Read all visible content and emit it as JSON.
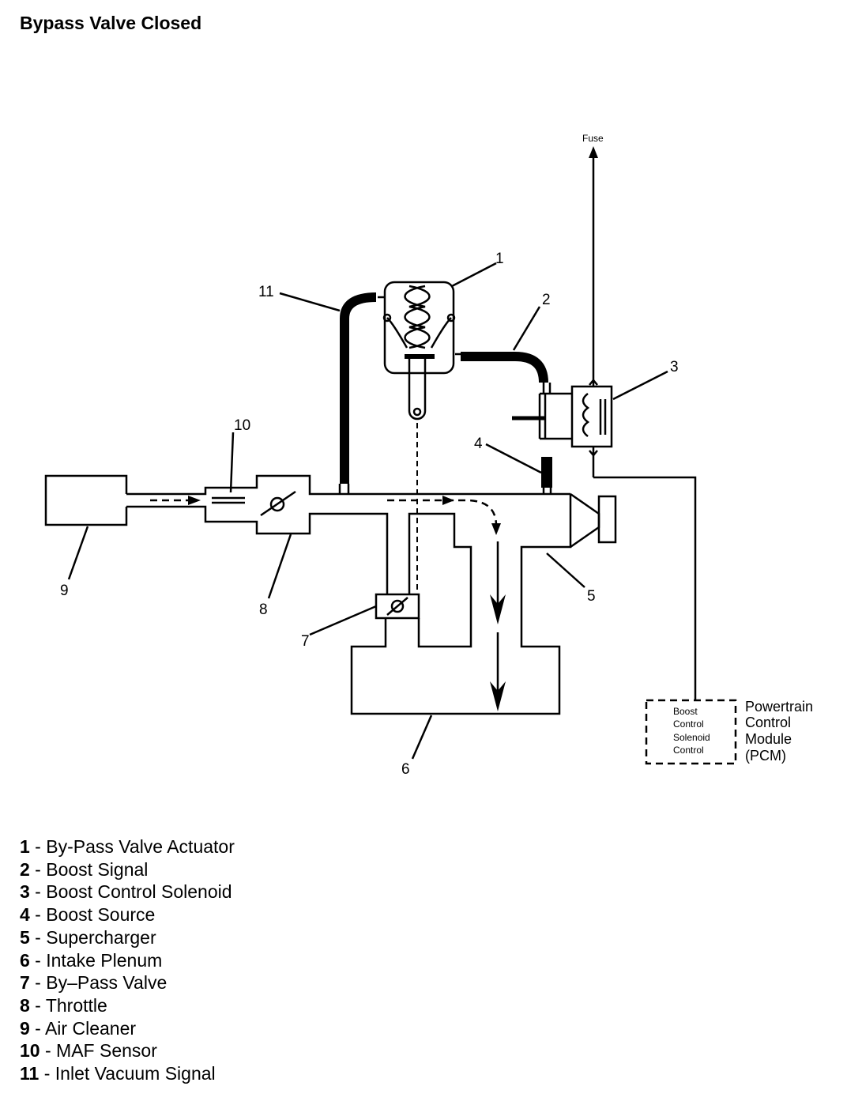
{
  "title": "Bypass Valve Closed",
  "callouts": {
    "c1": "1",
    "c2": "2",
    "c3": "3",
    "c4": "4",
    "c5": "5",
    "c6": "6",
    "c7": "7",
    "c8": "8",
    "c9": "9",
    "c10": "10",
    "c11": "11"
  },
  "fuse_label": "Fuse",
  "pcm_box": [
    "Boost",
    "Control",
    "Solenoid",
    "Control"
  ],
  "pcm_label": [
    "Powertrain",
    "Control",
    "Module",
    "(PCM)"
  ],
  "legend": [
    {
      "num": "1",
      "label": "By-Pass Valve Actuator"
    },
    {
      "num": "2",
      "label": "Boost Signal"
    },
    {
      "num": "3",
      "label": "Boost Control Solenoid"
    },
    {
      "num": "4",
      "label": "Boost Source"
    },
    {
      "num": "5",
      "label": "Supercharger"
    },
    {
      "num": "6",
      "label": "Intake Plenum"
    },
    {
      "num": "7",
      "label": "By–Pass Valve"
    },
    {
      "num": "8",
      "label": "Throttle"
    },
    {
      "num": "9",
      "label": "Air Cleaner"
    },
    {
      "num": "10",
      "label": "MAF Sensor"
    },
    {
      "num": "11",
      "label": "Inlet Vacuum Signal"
    }
  ]
}
